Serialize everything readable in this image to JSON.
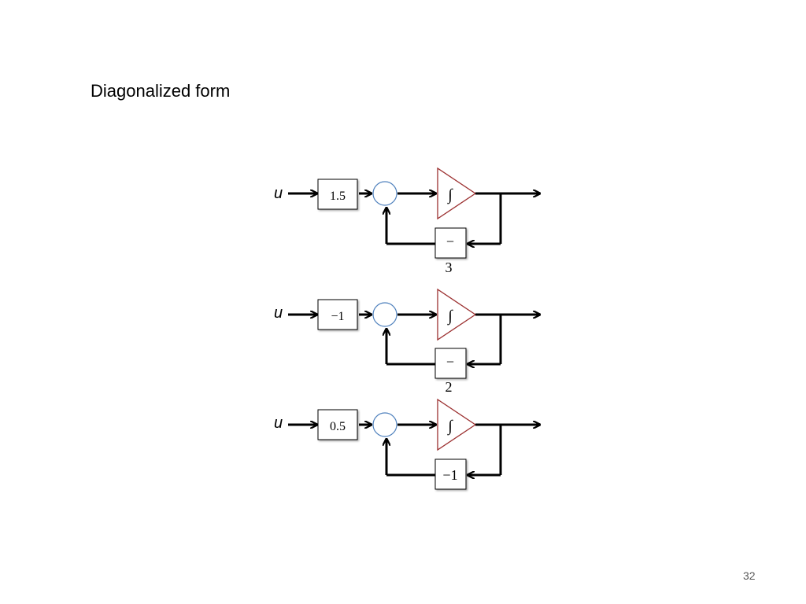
{
  "slide": {
    "title": "Diagonalized form",
    "page_number": "32"
  },
  "diagram": {
    "blocks": [
      {
        "input_label": "u",
        "input_gain": "1.5",
        "integrator_symbol": "∫",
        "feedback_gain_line1": "−",
        "feedback_gain_line2": "3"
      },
      {
        "input_label": "u",
        "input_gain": "−1",
        "integrator_symbol": "∫",
        "feedback_gain_line1": "−",
        "feedback_gain_line2": "2"
      },
      {
        "input_label": "u",
        "input_gain": "0.5",
        "integrator_symbol": "∫",
        "feedback_gain_line1": "−1",
        "feedback_gain_line2": ""
      }
    ],
    "colors": {
      "integrator_stroke": "#9B2F2F",
      "summing_junction_stroke": "#4F81BD",
      "line": "#000000"
    }
  }
}
